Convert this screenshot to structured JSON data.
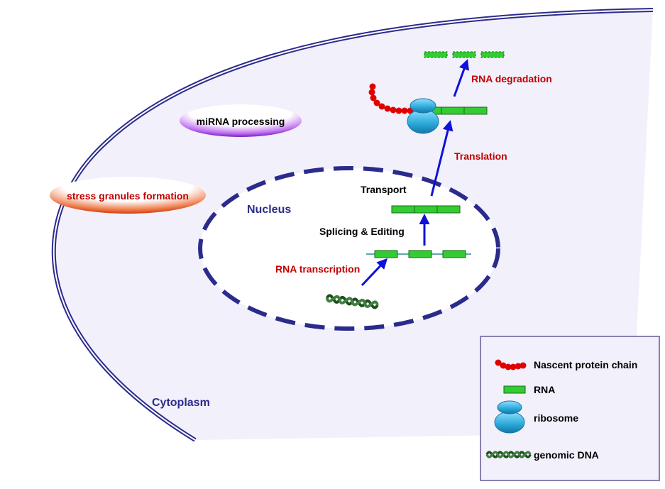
{
  "labels": {
    "nucleus": "Nucleus",
    "cytoplasm": "Cytoplasm",
    "mirna_processing": "miRNA processing",
    "stress_granules": "stress granules formation",
    "transport": "Transport",
    "splicing_editing": "Splicing & Editing",
    "rna_transcription": "RNA transcription",
    "translation": "Translation",
    "rna_degradation": "RNA degradation"
  },
  "legend": {
    "nascent_protein": "Nascent protein chain",
    "rna": "RNA",
    "ribosome": "ribosome",
    "genomic_dna": "genomic DNA"
  },
  "colors": {
    "membrane": "#2b2b8c",
    "cytoplasm_fill": "#f2f0fb",
    "arrow": "#1010d8",
    "process_red": "#c00000",
    "rna_green": "#33cc33",
    "protein_red": "#e00000",
    "ribosome_blue": "#29a8d8",
    "dna_green": "#1f4d1f",
    "mirna_oval": "#a040e0",
    "stress_oval": "#e05a2a"
  }
}
